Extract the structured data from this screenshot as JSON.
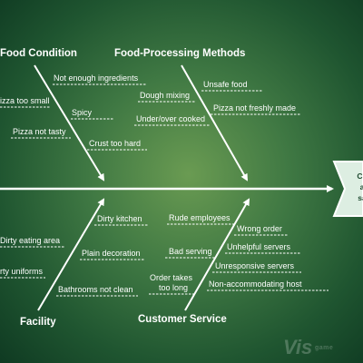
{
  "effect": {
    "line1": "Cu",
    "line2": "a",
    "line3": "sa"
  },
  "categories": {
    "food_condition": "Food Condition",
    "food_processing": "Food-Processing Methods",
    "facility": "Facility",
    "customer_service": "Customer Service"
  },
  "causes": {
    "food_condition": [
      "Not enough ingredients",
      "izza too small",
      "Spicy",
      "Pizza not tasty",
      "Crust too hard"
    ],
    "food_processing": [
      "Unsafe food",
      "Dough mixing",
      "Pizza not freshly made",
      "Under/over cooked"
    ],
    "facility": [
      "Dirty kitchen",
      "Dirty eating area",
      "Plain decoration",
      "rty uniforms",
      "Bathrooms not clean"
    ],
    "customer_service": [
      "Rude employees",
      "Wrong order",
      "Bad serving",
      "Unhelpful servers",
      "Unresponsive servers",
      "Order takes",
      "too long",
      "Non-accommodating host"
    ]
  },
  "watermark": {
    "logo": "Vis",
    "tag": "game"
  },
  "colors": {
    "line": "#ffffff",
    "effect_fill": "#ddeee2",
    "effect_border": "#ffffff"
  }
}
